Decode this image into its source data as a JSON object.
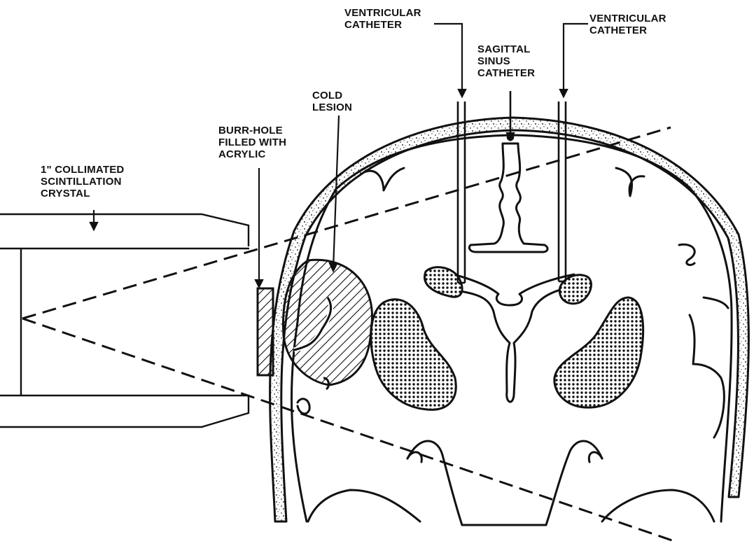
{
  "labels": {
    "collimated_crystal": [
      "1\" COLLIMATED",
      "SCINTILLATION",
      "CRYSTAL"
    ],
    "burr_hole": [
      "BURR-HOLE",
      "FILLED WITH",
      "ACRYLIC"
    ],
    "cold_lesion": [
      "COLD",
      "LESION"
    ],
    "ventricular_catheter_left": [
      "VENTRICULAR",
      "CATHETER"
    ],
    "sagittal_sinus_catheter": [
      "SAGITTAL",
      "SINUS",
      "CATHETER"
    ],
    "ventricular_catheter_right": [
      "VENTRICULAR",
      "CATHETER"
    ]
  },
  "colors": {
    "ink": "#111111",
    "background": "#ffffff"
  }
}
